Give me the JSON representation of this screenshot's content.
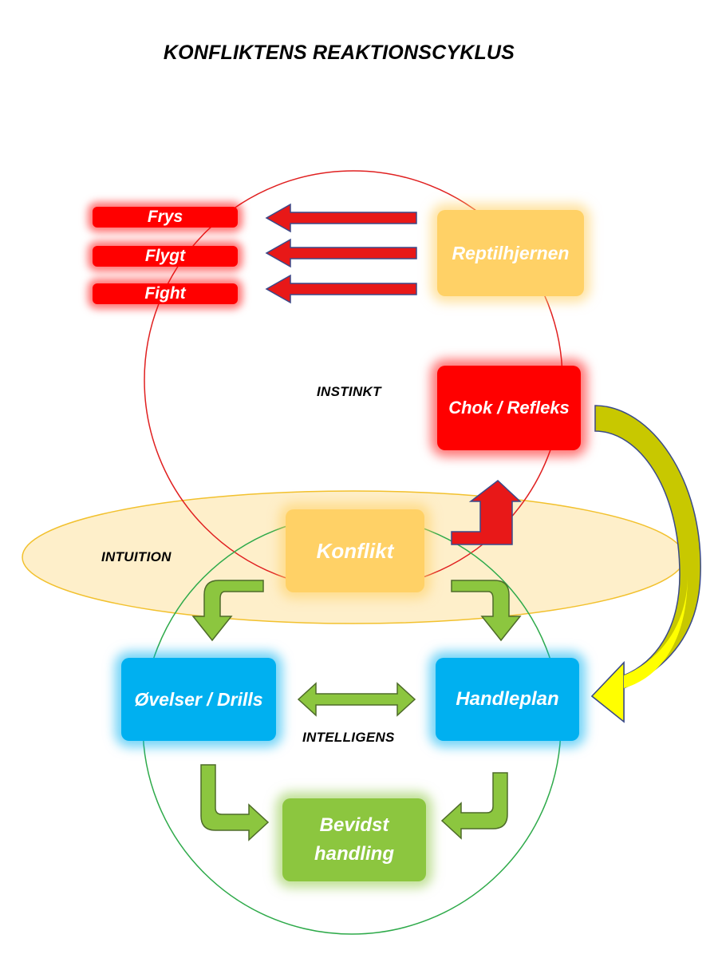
{
  "title": "KONFLIKTENS REAKTIONSCYKLUS",
  "zones": {
    "instinkt": "INSTINKT",
    "intuition": "INTUITION",
    "intelligens": "INTELLIGENS"
  },
  "responses": [
    "Frys",
    "Flygt",
    "Fight"
  ],
  "nodes": {
    "reptilhjernen": "Reptilhjernen",
    "chok_refleks": "Chok / Refleks",
    "konflikt": "Konflikt",
    "ovelser_drills": "Øvelser / Drills",
    "handleplan": "Handleplan",
    "bevidst_handling_line1": "Bevidst",
    "bevidst_handling_line2": "handling"
  },
  "colors": {
    "red": "#ff0000",
    "orange": "#ffd166",
    "blue": "#00b0f0",
    "green": "#8cc63f",
    "yellow": "#ffff00",
    "olive": "#c8c800",
    "circle_red": "#e02020",
    "circle_green": "#2eaa4a",
    "ellipse_fill": "#fde9b8",
    "ellipse_stroke": "#f2c12e"
  }
}
